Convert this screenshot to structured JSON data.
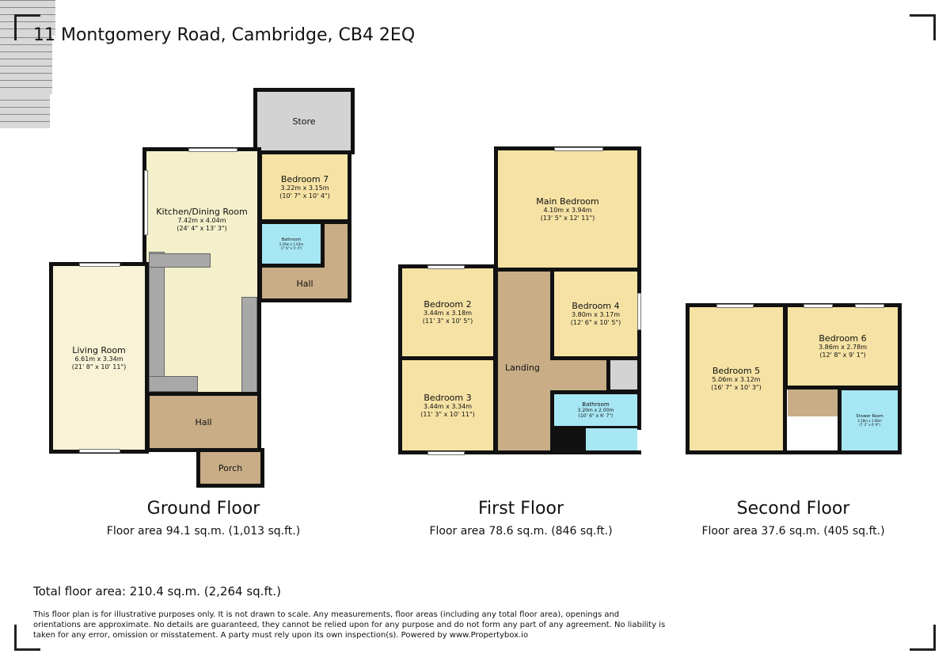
{
  "title": "11 Montgomery Road, Cambridge, CB4 2EQ",
  "floors": [
    {
      "name": "Ground Floor",
      "area": "Floor area 94.1 sq.m. (1,013 sq.ft.)",
      "rooms": {
        "store": {
          "name": "Store"
        },
        "kitchen": {
          "name": "Kitchen/Dining Room",
          "metric": "7.42m x 4.04m",
          "imperial": "(24' 4\" x 13' 3\")"
        },
        "bedroom7": {
          "name": "Bedroom 7",
          "metric": "3.22m x 3.15m",
          "imperial": "(10' 7\" x 10' 4\")"
        },
        "bathroom": {
          "name": "Bathroom",
          "metric": "2.29m x 1.63m",
          "imperial": "(7' 6\" x 5' 4\")"
        },
        "hall_upper": {
          "name": "Hall"
        },
        "living": {
          "name": "Living Room",
          "metric": "6.61m x 3.34m",
          "imperial": "(21' 8\" x 10' 11\")"
        },
        "hall_lower": {
          "name": "Hall"
        },
        "porch": {
          "name": "Porch"
        }
      }
    },
    {
      "name": "First Floor",
      "area": "Floor area 78.6 sq.m. (846 sq.ft.)",
      "rooms": {
        "main_bedroom": {
          "name": "Main Bedroom",
          "metric": "4.10m x 3.94m",
          "imperial": "(13' 5\" x 12' 11\")"
        },
        "bedroom2": {
          "name": "Bedroom 2",
          "metric": "3.44m x 3.18m",
          "imperial": "(11' 3\" x 10' 5\")"
        },
        "bedroom3": {
          "name": "Bedroom 3",
          "metric": "3.44m x 3.34m",
          "imperial": "(11' 3\" x 10' 11\")"
        },
        "bedroom4": {
          "name": "Bedroom 4",
          "metric": "3.80m x 3.17m",
          "imperial": "(12' 6\" x 10' 5\")"
        },
        "landing": {
          "name": "Landing"
        },
        "bathroom": {
          "name": "Bathroom",
          "metric": "3.20m x 2.00m",
          "imperial": "(10' 6\" x 6' 7\")"
        }
      }
    },
    {
      "name": "Second Floor",
      "area": "Floor area 37.6 sq.m. (405 sq.ft.)",
      "rooms": {
        "bedroom5": {
          "name": "Bedroom 5",
          "metric": "5.06m x 3.12m",
          "imperial": "(16' 7\" x 10' 3\")"
        },
        "bedroom6": {
          "name": "Bedroom 6",
          "metric": "3.86m x 2.78m",
          "imperial": "(12' 8\" x 9' 1\")"
        },
        "shower": {
          "name": "Shower Room",
          "metric": "2.18m x 2.06m",
          "imperial": "(7' 2\" x 6' 9\")"
        }
      }
    }
  ],
  "total_area": "Total floor area: 210.4 sq.m. (2,264 sq.ft.)",
  "disclaimer": "This floor plan is for illustrative purposes only. It is not drawn to scale. Any measurements, floor areas (including any total floor area), openings and orientations are approximate. No details are guaranteed, they cannot be relied upon for any purpose and do not form any part of any agreement. No liability is taken for any error, omission or misstatement. A party must rely upon its own inspection(s). Powered by www.Propertybox.io",
  "colors": {
    "bedroom": "#f6e2a4",
    "living": "#f8f2d6",
    "kitchen": "#f4f0cb",
    "hall": "#c8ad86",
    "bathroom": "#a7e7f4",
    "store": "#d3d3d3",
    "wall": "#111111"
  }
}
